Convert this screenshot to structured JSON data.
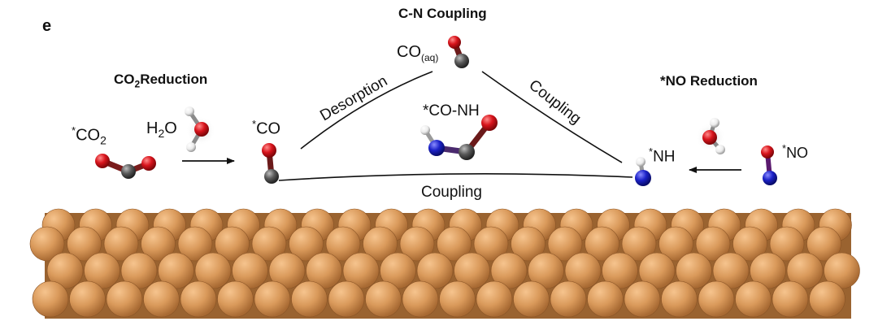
{
  "panel_label": "e",
  "sections": {
    "co2": {
      "title_prefix": "CO",
      "title_sub": "2",
      "title_suffix": "Reduction"
    },
    "cn": {
      "title": "C-N Coupling"
    },
    "no": {
      "title": "*NO Reduction"
    }
  },
  "species": {
    "co2": {
      "star": "*",
      "main": "CO",
      "sub": "2"
    },
    "h2o_left": {
      "main": "H",
      "sub": "2",
      "end": "O"
    },
    "co": {
      "star": "*",
      "main": "CO"
    },
    "co_aq": {
      "main": "CO",
      "sub": "(aq)"
    },
    "co_nh": {
      "text": "*CO-NH"
    },
    "nh": {
      "star": "*",
      "main": "NH"
    },
    "no": {
      "star": "*",
      "main": "NO"
    }
  },
  "arrows": {
    "desorption": "Desorption",
    "coupling_right": "Coupling",
    "coupling_bottom": "Coupling"
  },
  "colors": {
    "oxygen": "#d8141c",
    "carbon": "#5a5a5a",
    "nitrogen": "#1c22c8",
    "hydrogen": "#f2f2f2",
    "copper": "#d99a5b"
  }
}
